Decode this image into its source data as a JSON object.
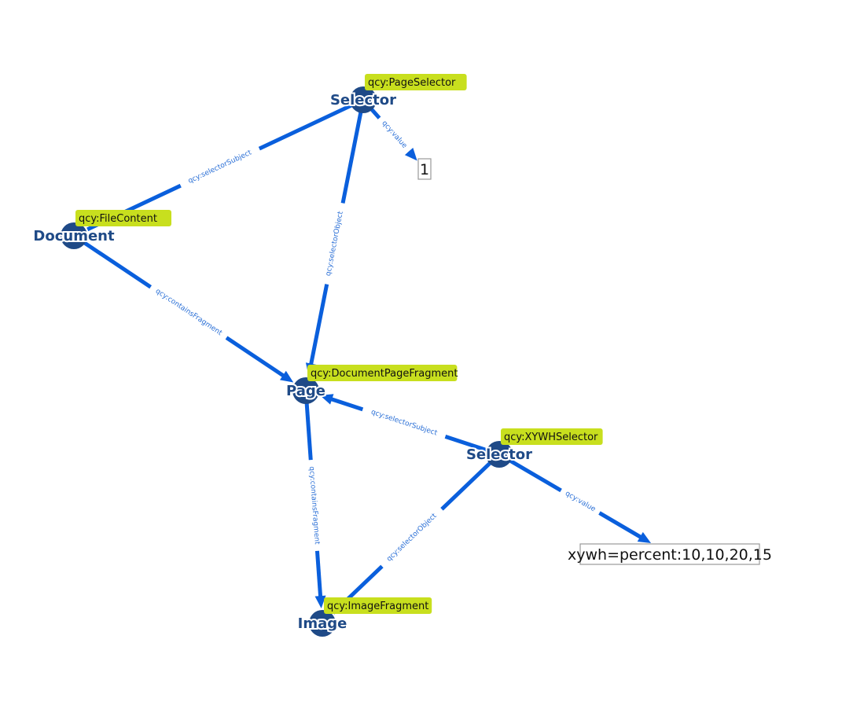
{
  "nodes": [
    {
      "id": "selector1",
      "label": "Selector",
      "type": "qcy:PageSelector"
    },
    {
      "id": "document",
      "label": "Document",
      "type": "qcy:FileContent"
    },
    {
      "id": "page",
      "label": "Page",
      "type": "qcy:DocumentPageFragment"
    },
    {
      "id": "selector2",
      "label": "Selector",
      "type": "qcy:XYWHSelector"
    },
    {
      "id": "image",
      "label": "Image",
      "type": "qcy:ImageFragment"
    }
  ],
  "literals": [
    {
      "id": "lit1",
      "value": "1"
    },
    {
      "id": "lit2",
      "value": "xywh=percent:10,10,20,15"
    }
  ],
  "edges": [
    {
      "id": "e1",
      "from": "selector1",
      "to": "document",
      "label": "qcy:selectorSubject",
      "arrow": false
    },
    {
      "id": "e2",
      "from": "selector1",
      "to": "lit1",
      "label": "qcy:value",
      "arrow": true
    },
    {
      "id": "e3",
      "from": "selector1",
      "to": "page",
      "label": "qcy:selectorObject",
      "arrow": true
    },
    {
      "id": "e4",
      "from": "document",
      "to": "page",
      "label": "qcy:containsFragment",
      "arrow": true
    },
    {
      "id": "e5",
      "from": "selector2",
      "to": "page",
      "label": "qcy:selectorSubject",
      "arrow": true
    },
    {
      "id": "e6",
      "from": "page",
      "to": "image",
      "label": "qcy:containsFragment",
      "arrow": true
    },
    {
      "id": "e7",
      "from": "selector2",
      "to": "image",
      "label": "qcy:selectorObject",
      "arrow": false
    },
    {
      "id": "e8",
      "from": "selector2",
      "to": "lit2",
      "label": "qcy:value",
      "arrow": true
    }
  ],
  "colors": {
    "edge": "#0a5fdc",
    "node": "#1f4a87",
    "type_badge": "#c8df1e"
  }
}
